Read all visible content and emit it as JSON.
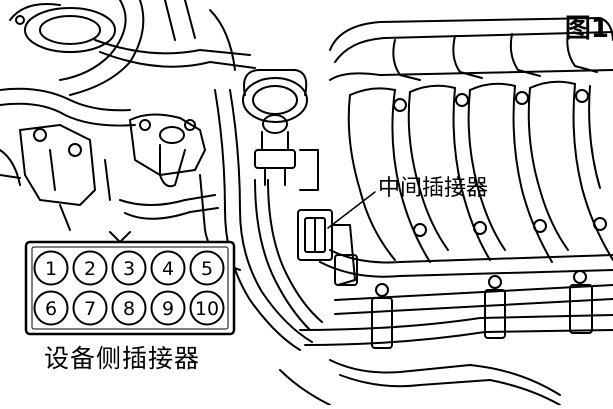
{
  "figure": {
    "label": "图1",
    "callout_label": "中间插接器",
    "connector_label": "设备侧插接器",
    "connector_pins": {
      "top_row": [
        "1",
        "2",
        "3",
        "4",
        "5"
      ],
      "bottom_row": [
        "6",
        "7",
        "8",
        "9",
        "10"
      ]
    }
  }
}
